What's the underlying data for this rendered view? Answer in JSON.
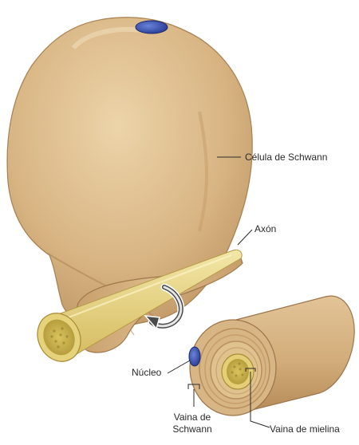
{
  "labels": {
    "schwann_cell": "Célula de Schwann",
    "axon": "Axón",
    "nucleus": "Núcleo",
    "schwann_sheath_line1": "Vaina de",
    "schwann_sheath_line2": "Schwann",
    "myelin_sheath": "Vaina de mielina"
  },
  "icons": {
    "rotation_arrow": "curved-rotation-arrow-icon"
  },
  "colors": {
    "cell_body": "#d7b483",
    "cell_shadow": "#b58f5d",
    "cell_highlight": "#ead3aa",
    "axon": "#e9d98c",
    "axon_core": "#c8ad4a",
    "nucleus": "#2f4aa8",
    "leader_line": "#2b2b2b"
  }
}
